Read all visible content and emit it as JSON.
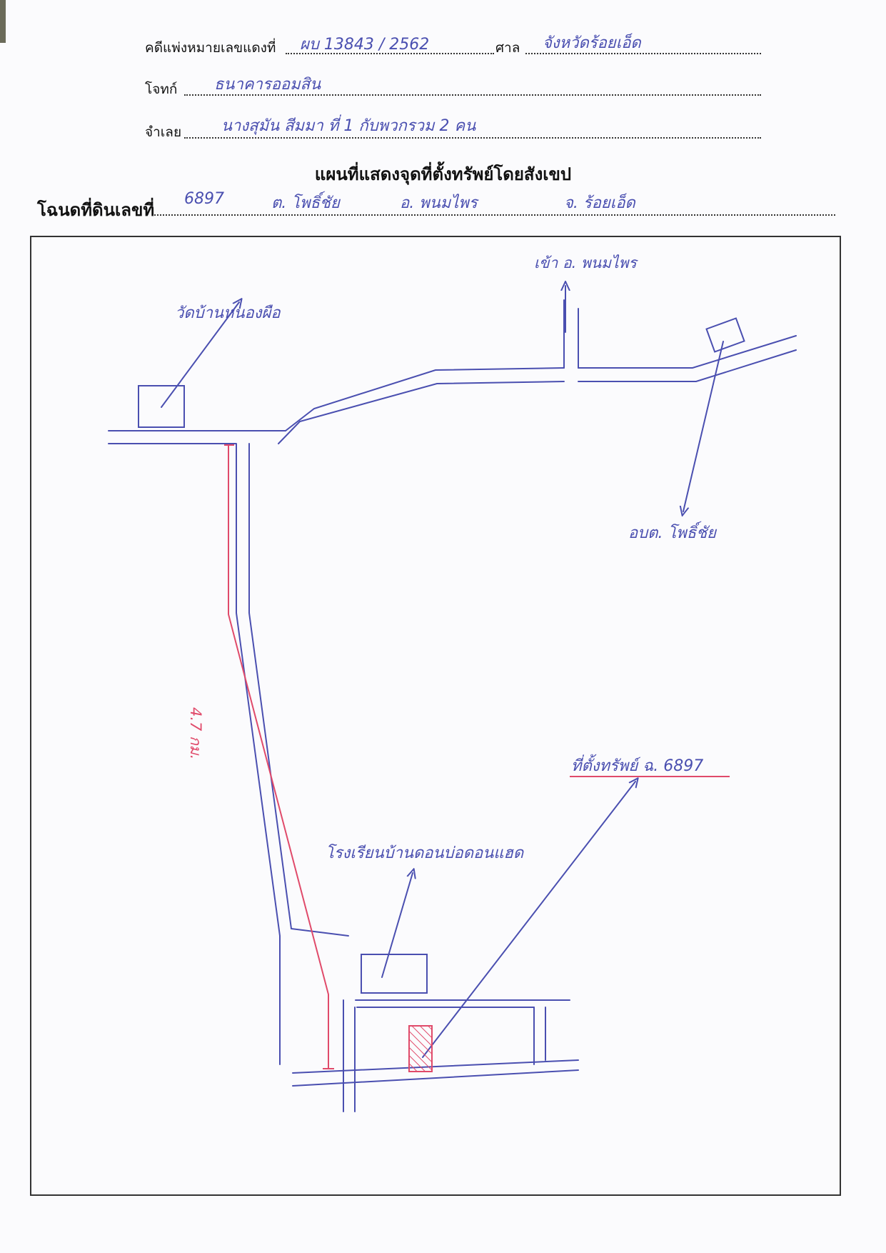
{
  "header": {
    "case_label": "คดีแพ่งหมายเลขแดงที่",
    "case_value": "ผบ 13843 / 2562",
    "court_label": "ศาล",
    "court_value": "จังหวัดร้อยเอ็ด",
    "plaintiff_label": "โจทก์",
    "plaintiff_value": "ธนาคารออมสิน",
    "defendant_label": "จำเลย",
    "defendant_value": "นางสุมัน สีมมา ที่ 1 กับพวกรวม 2 คน"
  },
  "title": "แผนที่แสดงจุดที่ตั้งทรัพย์โดยสังเขป",
  "deed": {
    "label": "โฉนดที่ดินเลขที่",
    "number": "6897",
    "subdistrict": "ต. โพธิ์ชัย",
    "district": "อ. พนมไพร",
    "province": "จ. ร้อยเอ็ด"
  },
  "map_labels": {
    "to_district": "เข้า อ. พนมไพร",
    "temple": "วัดบ้านหนองผือ",
    "sao": "อบต. โพธิ์ชัย",
    "distance": "4.7 กม.",
    "property": "ที่ตั้งทรัพย์ ฉ. 6897",
    "school": "โรงเรียนบ้านดอนบ่อดอนแฮด"
  },
  "colors": {
    "ink_blue": "#4a4fb0",
    "ink_red": "#e04a6a",
    "print_black": "#111111"
  }
}
